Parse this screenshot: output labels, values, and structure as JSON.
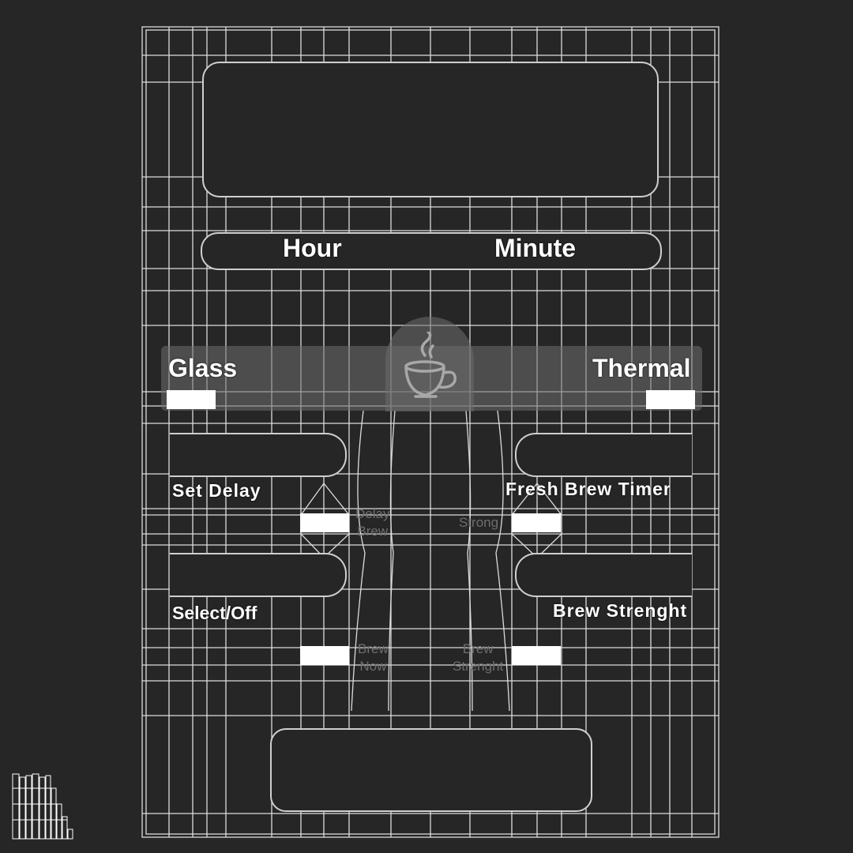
{
  "panel": {
    "display_labels": {
      "hour": "Hour",
      "minute": "Minute"
    },
    "carafe": {
      "left": "Glass",
      "right": "Thermal",
      "center_icon": "coffee-cup-icon"
    },
    "buttons": [
      {
        "label": "Set Delay",
        "secondary": [
          "Delay",
          "Brew"
        ]
      },
      {
        "label": "Fresh Brew Timer",
        "secondary": [
          "Strong"
        ]
      },
      {
        "label": "Select/Off",
        "secondary": [
          "Brew",
          "Now"
        ]
      },
      {
        "label": "Brew Strenght",
        "secondary": [
          "Brew",
          "Strenght"
        ]
      }
    ]
  },
  "colors": {
    "background": "#262626",
    "wire": "#e0e0e0",
    "band": "#6e6e6e",
    "button": "#ffffff"
  }
}
